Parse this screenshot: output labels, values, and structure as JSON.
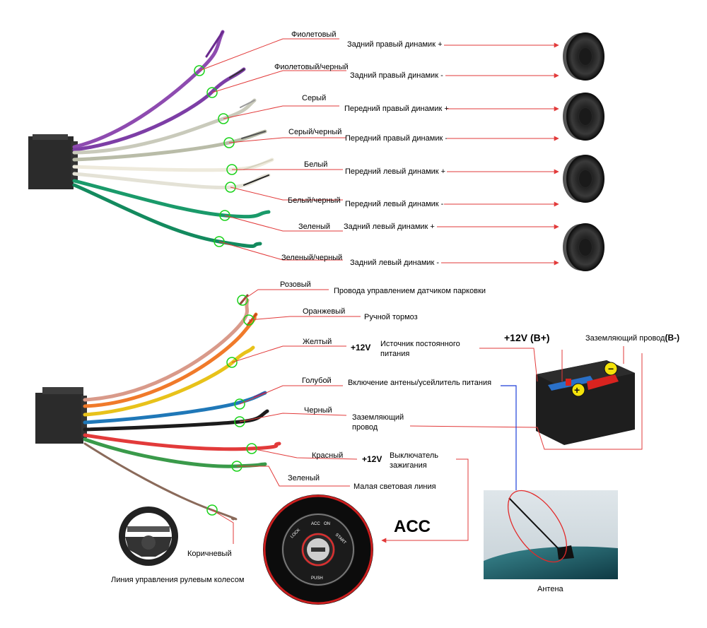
{
  "top_group": {
    "wires": [
      {
        "color_name": "Фиолетовый",
        "function": "Задний правый динамик +",
        "color": "#8e4bb0"
      },
      {
        "color_name": "Фиолетовый/черный",
        "function": "Задний правый динамик -",
        "color": "#7d3ea6"
      },
      {
        "color_name": "Серый",
        "function": "Передний правый динамик +",
        "color": "#c9cabb"
      },
      {
        "color_name": "Серый/черный",
        "function": "Передний правый динамик -",
        "color": "#b9bca8"
      },
      {
        "color_name": "Белый",
        "function": "Передний левый динамик +",
        "color": "#eeeadc"
      },
      {
        "color_name": "Белый/черный",
        "function": "Передний левый динамик -",
        "color": "#e4e2d6"
      },
      {
        "color_name": "Зеленый",
        "function": "Задний левый динамик +",
        "color": "#1a9a6a"
      },
      {
        "color_name": "Зеленый/черный",
        "function": "Задний левый динамик -",
        "color": "#138a5e"
      }
    ]
  },
  "bottom_group": {
    "wires": [
      {
        "color_name": "Розовый",
        "function": "Провода управлением датчиком парковки",
        "color": "#d99a8a"
      },
      {
        "color_name": "Оранжевый",
        "function": "Ручной тормоз",
        "color": "#f07a2a"
      },
      {
        "color_name": "Желтый",
        "prefix": "+12V",
        "function_l1": "Источник постоянного",
        "function_l2": "питания",
        "color": "#e8c21a"
      },
      {
        "color_name": "Голубой",
        "function": "Включение антены/усейлитель питания",
        "color": "#1f78b8"
      },
      {
        "color_name": "Черный",
        "function_l1": "Заземляющий",
        "function_l2": "провод",
        "color": "#1c1c1c"
      },
      {
        "color_name": "Красный",
        "prefix": "+12V",
        "function_l1": "Выключатель",
        "function_l2": "зажигания",
        "color": "#e23a3a"
      },
      {
        "color_name": "Зеленый",
        "function": "Малая световая линия",
        "color": "#3a9a4a"
      },
      {
        "color_name": "Коричневый",
        "function": "Линия управления рулевым колесом",
        "color": "#8a6a5a"
      }
    ]
  },
  "battery": {
    "plus_label": "+12V  (B+)",
    "ground_label_main": "Заземляющий провод",
    "ground_label_suffix": "(B-)"
  },
  "ignition": {
    "acc_label": "ACC",
    "lock_text": "LOCK",
    "acc_text": "ACC",
    "on_text": "ON",
    "start_text": "START",
    "push_text": "PUSH"
  },
  "antenna": {
    "caption": "Антена"
  },
  "colors": {
    "arrow_red": "#e23a3a",
    "arrow_blue": "#1d3fd8",
    "marker_green": "#19d219"
  }
}
